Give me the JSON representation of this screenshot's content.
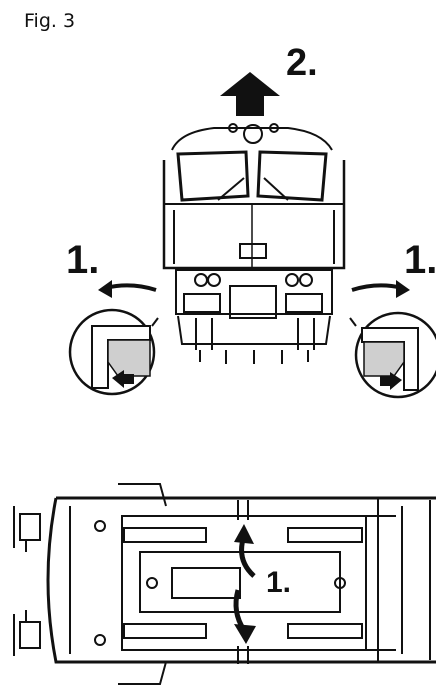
{
  "figure": {
    "label": "Fig. 3",
    "steps": {
      "top_arrow": "2.",
      "left_arrow": "1.",
      "right_arrow": "1.",
      "bottom_arrow": "1."
    }
  },
  "colors": {
    "ink": "#111111",
    "paper": "#ffffff",
    "hatch": "#cfcfcf"
  }
}
